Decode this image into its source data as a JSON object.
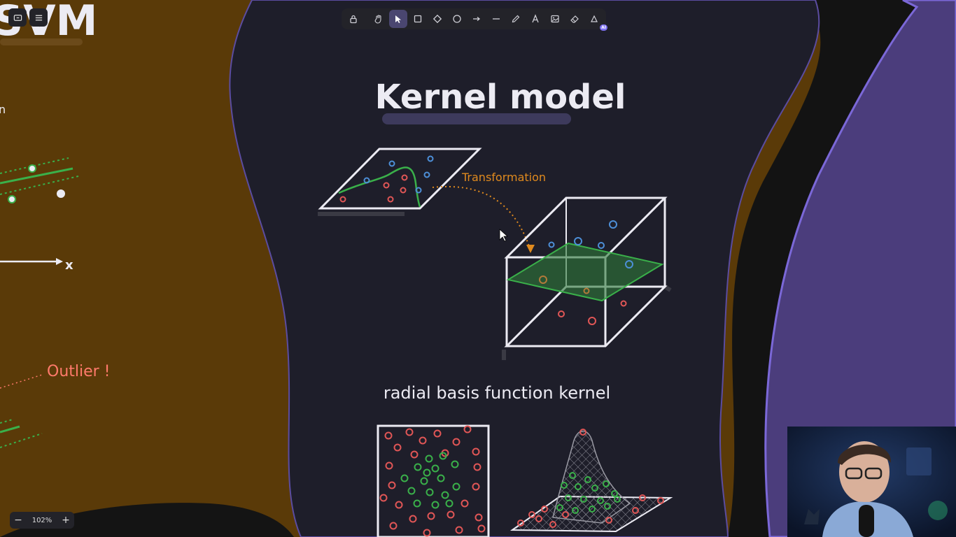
{
  "toolbar": {
    "tools": [
      {
        "name": "lock",
        "icon": "lock-icon",
        "active": false
      },
      {
        "name": "hand",
        "icon": "hand-icon",
        "active": false
      },
      {
        "name": "selection",
        "icon": "pointer-icon",
        "active": true
      },
      {
        "name": "rectangle",
        "icon": "square-icon",
        "active": false
      },
      {
        "name": "diamond",
        "icon": "diamond-icon",
        "active": false
      },
      {
        "name": "ellipse",
        "icon": "circle-icon",
        "active": false
      },
      {
        "name": "arrow",
        "icon": "arrow-right-icon",
        "active": false
      },
      {
        "name": "line",
        "icon": "line-icon",
        "active": false
      },
      {
        "name": "draw",
        "icon": "pencil-icon",
        "active": false
      },
      {
        "name": "text",
        "icon": "text-icon",
        "active": false
      },
      {
        "name": "image",
        "icon": "image-icon",
        "active": false
      },
      {
        "name": "eraser",
        "icon": "eraser-icon",
        "active": false
      },
      {
        "name": "ai",
        "icon": "shapes-icon",
        "active": false
      }
    ],
    "ai_badge": "AI"
  },
  "canvas": {
    "title": "Kernel model",
    "transformation_label": "Transformation",
    "subtitle": "radial basis function kernel",
    "left_heading_fragment": "SVM",
    "left_text_fragment": "n",
    "outlier_label": "Outlier !",
    "axis_label": "x"
  },
  "zoom": {
    "minus": "−",
    "value": "102%",
    "plus": "+"
  },
  "colors": {
    "background_left": "#5a3a08",
    "dark_blob": "#1e1e2a",
    "purple_blob": "#4b3d7c",
    "accent_orange": "#e08a1e",
    "outlier_red": "#ff7a6b",
    "green_plane": "#2f7a3a",
    "point_blue": "#4d8fd8",
    "point_red": "#e05656",
    "point_green": "#3ab04a"
  }
}
